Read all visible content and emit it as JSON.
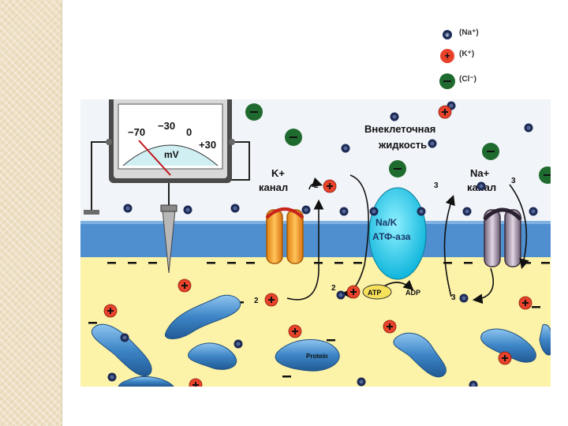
{
  "legend": {
    "items": [
      {
        "label": "(Na⁺)",
        "icon": "sodium-ion-icon"
      },
      {
        "label": "(K⁺)",
        "icon": "potassium-ion-icon"
      },
      {
        "label": "(Cl⁻)",
        "icon": "chloride-ion-icon"
      }
    ]
  },
  "diagram": {
    "extracellular_label": [
      "Внеклеточная",
      "жидкость"
    ],
    "voltmeter": {
      "ticks": [
        "−70",
        "−30",
        "0",
        "+30"
      ],
      "unit": "mV",
      "reading": -70
    },
    "k_channel": {
      "label": [
        "K+",
        "канал"
      ],
      "count": "2"
    },
    "pump": {
      "label": [
        "Na/K",
        "АТФ-аза"
      ],
      "count_out": "3",
      "count_in_k": "2",
      "atp": "ATP",
      "adp": "ADP",
      "count_in_na": "3"
    },
    "na_channel": {
      "label": [
        "Na+",
        "канал"
      ],
      "count": "3"
    },
    "k_in_count": "2",
    "protein_label": "Protein"
  },
  "colors": {
    "extracellular": "#f1f4f8",
    "membrane": "#4f8fd0",
    "cytoplasm": "#fcf2a8",
    "sodium": "#1c2a55",
    "potassium": "#e8432a",
    "chloride": "#1f6b2f",
    "protein": "#3d85c6",
    "pump": "#28c6e8",
    "k_channel": "#f2a12a",
    "na_channel": "#a597a9"
  }
}
